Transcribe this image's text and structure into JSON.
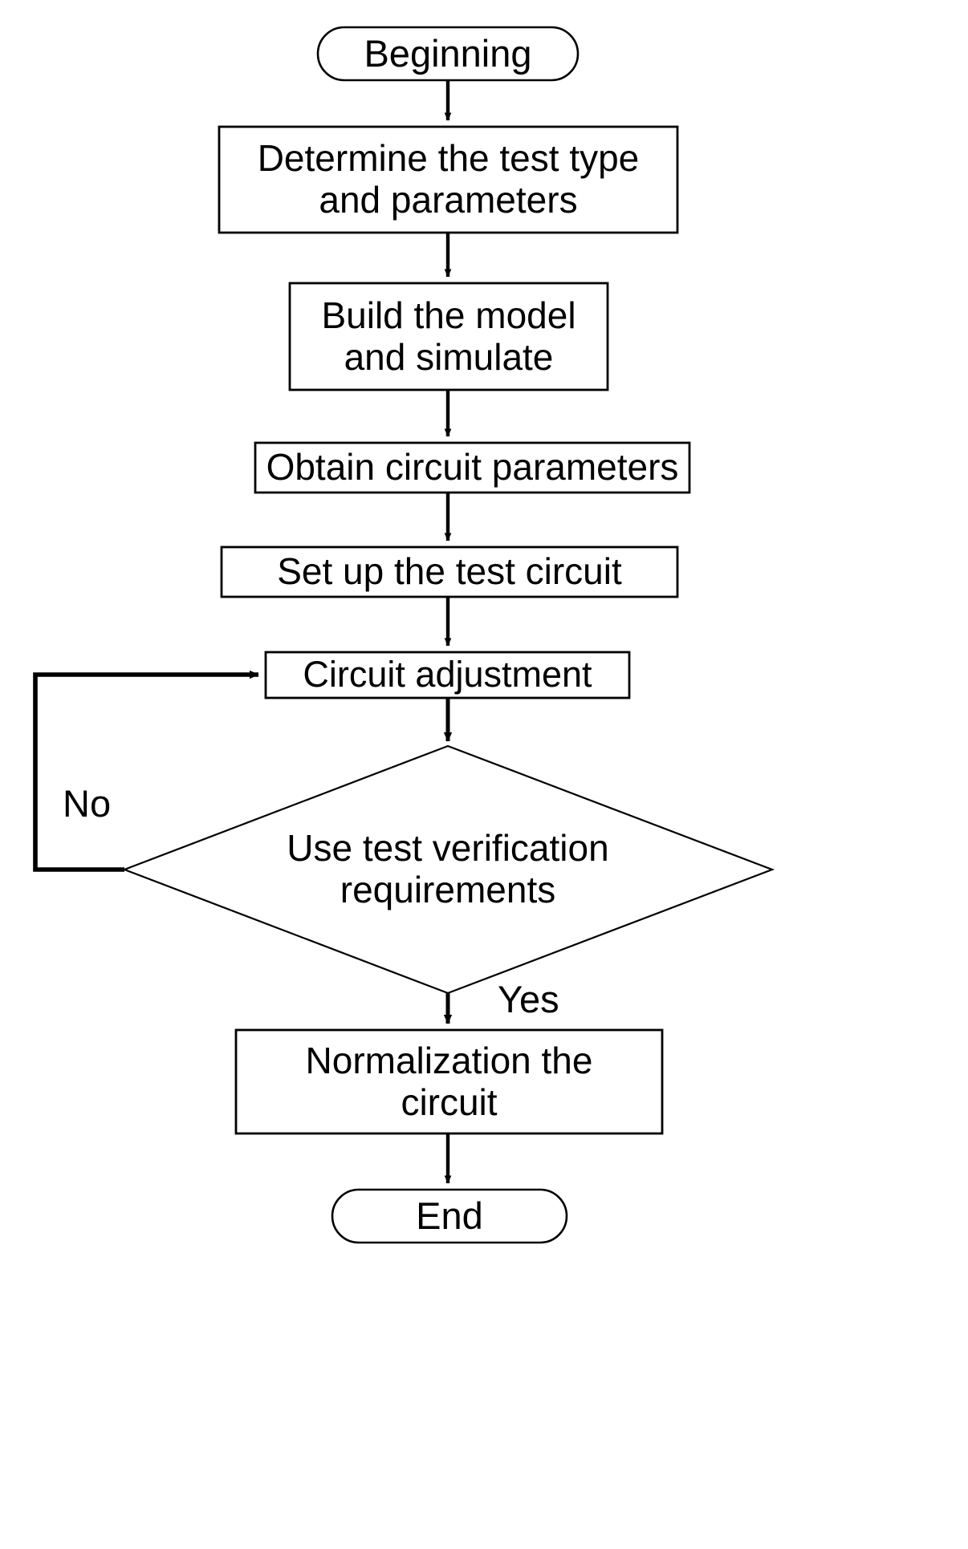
{
  "diagram": {
    "type": "flowchart",
    "orientation": "top-to-bottom",
    "background_color": "#ffffff",
    "stroke_color": "#000000",
    "text_color": "#000000",
    "nodes": [
      {
        "id": "start",
        "shape": "terminator",
        "label": "Beginning"
      },
      {
        "id": "determine",
        "shape": "process",
        "label": "Determine the test type\nand parameters"
      },
      {
        "id": "build",
        "shape": "process",
        "label": "Build the model\nand simulate"
      },
      {
        "id": "obtain",
        "shape": "process",
        "label": "Obtain circuit parameters"
      },
      {
        "id": "setup",
        "shape": "process",
        "label": "Set up the test circuit"
      },
      {
        "id": "adjust",
        "shape": "process",
        "label": "Circuit adjustment"
      },
      {
        "id": "verify",
        "shape": "decision",
        "label": "Use test verification\nrequirements"
      },
      {
        "id": "normalize",
        "shape": "process",
        "label": "Normalization the\ncircuit"
      },
      {
        "id": "end",
        "shape": "terminator",
        "label": "End"
      }
    ],
    "edges": [
      {
        "from": "start",
        "to": "determine",
        "label": ""
      },
      {
        "from": "determine",
        "to": "build",
        "label": ""
      },
      {
        "from": "build",
        "to": "obtain",
        "label": ""
      },
      {
        "from": "obtain",
        "to": "setup",
        "label": ""
      },
      {
        "from": "setup",
        "to": "adjust",
        "label": ""
      },
      {
        "from": "adjust",
        "to": "verify",
        "label": ""
      },
      {
        "from": "verify",
        "to": "adjust",
        "label": "No"
      },
      {
        "from": "verify",
        "to": "normalize",
        "label": "Yes"
      },
      {
        "from": "normalize",
        "to": "end",
        "label": ""
      }
    ],
    "edge_labels": {
      "no": "No",
      "yes": "Yes"
    }
  }
}
